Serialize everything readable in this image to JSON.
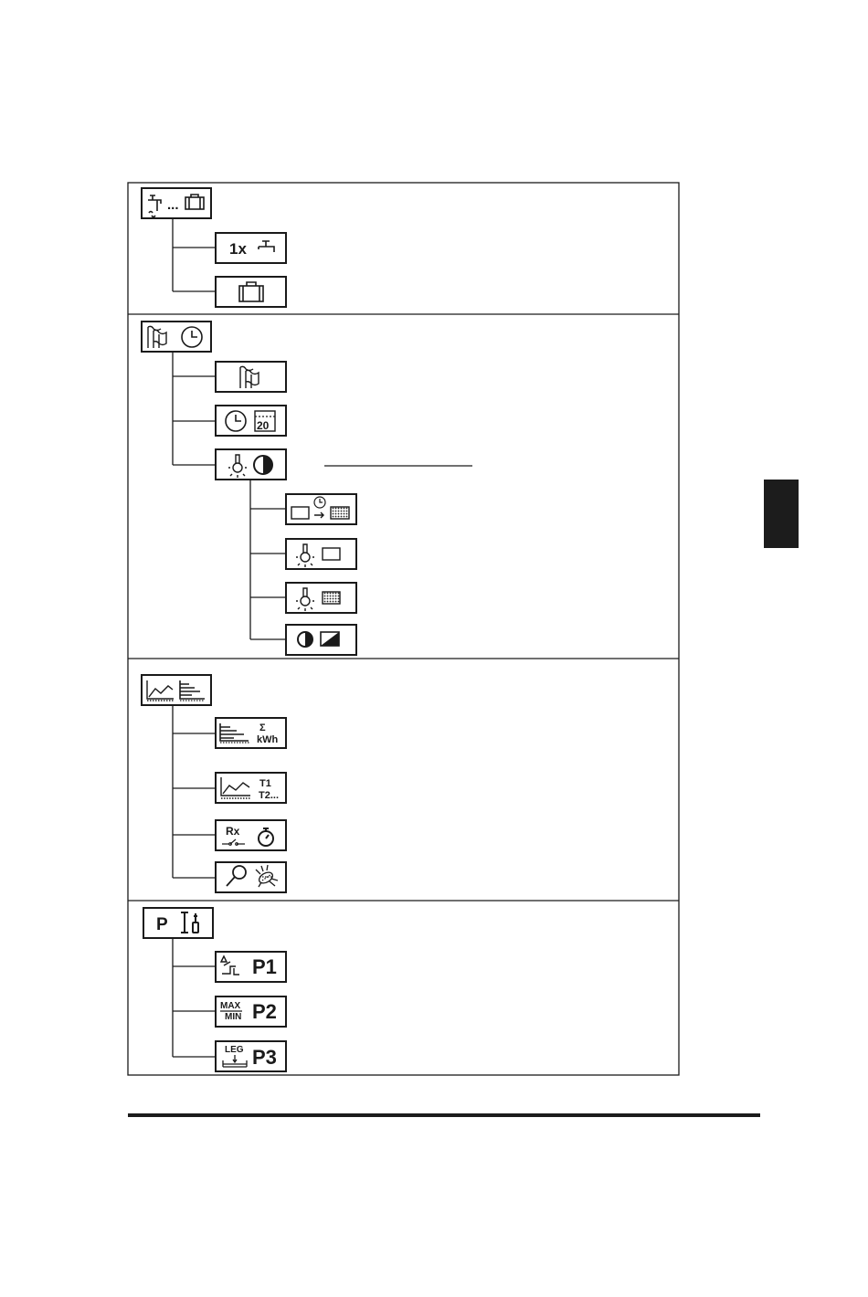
{
  "sections": [
    {
      "id": "water",
      "root_icons": [
        "tap-icon",
        "ellipsis",
        "suitcase-icon"
      ],
      "items": [
        {
          "id": "single-draw",
          "label": "1x",
          "icons": [
            "tap-icon"
          ]
        },
        {
          "id": "holiday",
          "label": "",
          "icons": [
            "suitcase-icon"
          ]
        }
      ]
    },
    {
      "id": "settings",
      "root_icons": [
        "flags-icon",
        "clock-icon"
      ],
      "items": [
        {
          "id": "language",
          "label": "",
          "icons": [
            "flags-icon"
          ]
        },
        {
          "id": "clock-date",
          "label": "20",
          "icons": [
            "clock-icon",
            "calendar-icon"
          ]
        },
        {
          "id": "display",
          "label": "",
          "icons": [
            "bulb-icon",
            "contrast-icon"
          ]
        }
      ],
      "display_subitems": [
        {
          "id": "backlight-timeout",
          "label": "",
          "icons": [
            "screen-icon",
            "clock-icon",
            "arrow-icon",
            "screen-dim-icon"
          ]
        },
        {
          "id": "backlight-on",
          "label": "",
          "icons": [
            "bulb-icon",
            "screen-icon"
          ]
        },
        {
          "id": "backlight-dim",
          "label": "",
          "icons": [
            "bulb-icon",
            "screen-dim-icon"
          ]
        },
        {
          "id": "contrast",
          "label": "",
          "icons": [
            "contrast-icon",
            "contrast-square-icon"
          ]
        }
      ]
    },
    {
      "id": "statistics",
      "root_icons": [
        "line-chart-icon",
        "bar-chart-icon"
      ],
      "items": [
        {
          "id": "energy",
          "label_top": "Σ",
          "label_bottom": "kWh",
          "icons": [
            "bar-chart-icon"
          ]
        },
        {
          "id": "temperatures",
          "label_top": "T1",
          "label_bottom": "T2...",
          "icons": [
            "line-chart-icon"
          ]
        },
        {
          "id": "relay-time",
          "label": "Rx",
          "icons": [
            "switch-icon",
            "stopwatch-icon"
          ]
        },
        {
          "id": "diagnostics",
          "label": "",
          "icons": [
            "magnifier-icon",
            "bug-icon"
          ]
        }
      ]
    },
    {
      "id": "parameters",
      "root_label": "P",
      "root_icons": [
        "tools-icon"
      ],
      "items": [
        {
          "id": "p1",
          "label": "P1",
          "icons": [
            "delta-step-icon"
          ]
        },
        {
          "id": "p2",
          "label": "P2",
          "label_top": "MAX",
          "label_bottom": "MIN"
        },
        {
          "id": "p3",
          "label": "P3",
          "label_top": "LEG",
          "icons": [
            "legionella-icon"
          ]
        }
      ]
    }
  ],
  "colors": {
    "ink": "#1a1a1a",
    "paper": "#ffffff",
    "tab": "#1c1c1c"
  }
}
